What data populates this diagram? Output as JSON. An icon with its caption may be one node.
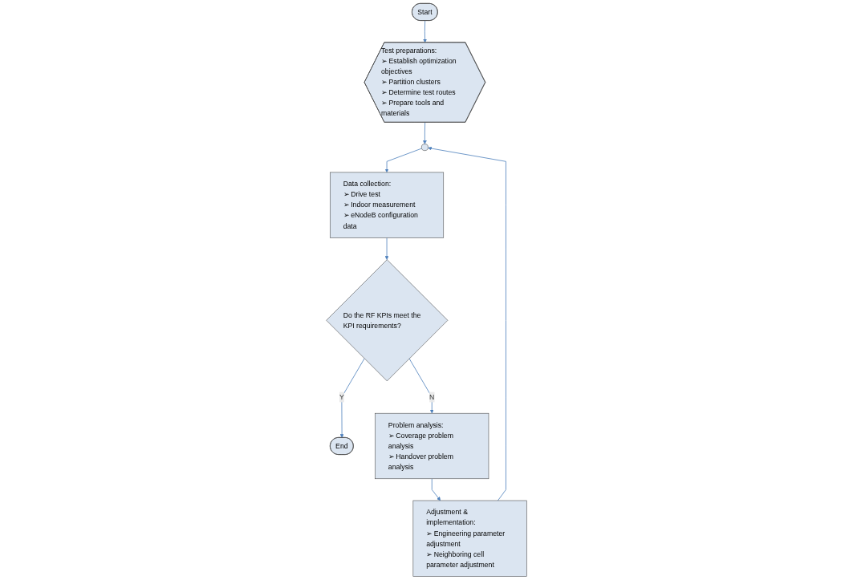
{
  "diagram": {
    "nodes": [
      {
        "text": [
          "Start"
        ]
      },
      {
        "text": [
          "Test preparations:",
          "➢ Establish optimization objectives",
          "➢ Partition clusters",
          "➢ Determine test routes",
          "➢ Prepare tools and materials"
        ]
      },
      {
        "text": [],
        "shape": "circle"
      },
      {
        "text": [
          "Data collection:",
          "➢ Drive test",
          "➢ Indoor measurement",
          "➢ eNodeB configuration data"
        ]
      },
      {
        "text": [
          "Do the RF KPIs meet the KPI requirements?"
        ]
      },
      {
        "text": [
          "End"
        ]
      },
      {
        "text": [
          "Problem analysis:",
          "➢ Coverage problem analysis",
          "➢ Handover problem analysis"
        ]
      },
      {
        "text": [
          "Adjustment & implementation:",
          "➢ Engineering parameter adjustment",
          "➢ Neighboring cell parameter adjustment"
        ]
      }
    ],
    "edges": [
      {
        "from": 0,
        "to": 1,
        "arrow": "to"
      },
      {
        "from": 1,
        "to": 2,
        "arrow": "to"
      },
      {
        "from": 2,
        "to": 3,
        "arrow": "to"
      },
      {
        "from": 3,
        "to": 4,
        "arrow": "to"
      },
      {
        "from": 4,
        "to": 5,
        "arrow": "to",
        "label": "Y"
      },
      {
        "from": 4,
        "to": 6,
        "arrow": "to",
        "label": "N"
      },
      {
        "from": 6,
        "to": 7,
        "arrow": "to"
      },
      {
        "from": 7,
        "to": 2,
        "arrow": "to"
      }
    ]
  }
}
